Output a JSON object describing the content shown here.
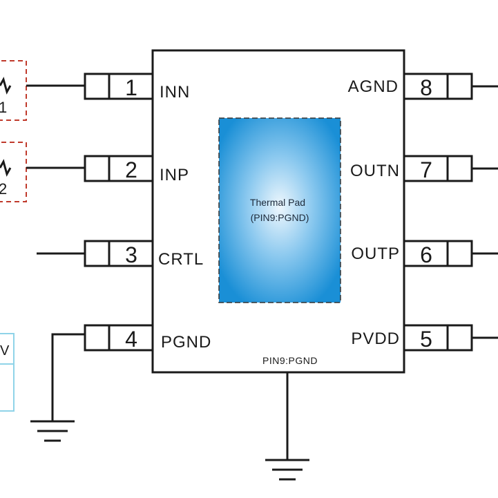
{
  "chip": {
    "pins_left": [
      {
        "number": "1",
        "name": "INN"
      },
      {
        "number": "2",
        "name": "INP"
      },
      {
        "number": "3",
        "name": "CRTL"
      },
      {
        "number": "4",
        "name": "PGND"
      }
    ],
    "pins_right": [
      {
        "number": "8",
        "name": "AGND"
      },
      {
        "number": "7",
        "name": "OUTN"
      },
      {
        "number": "6",
        "name": "OUTP"
      },
      {
        "number": "5",
        "name": "PVDD"
      }
    ],
    "thermal_pad_line1": "Thermal Pad",
    "thermal_pad_line2": "(PIN9:PGND)",
    "bottom_label": "PIN9:PGND"
  },
  "fragments": {
    "res1_label": "1",
    "res2_label": "2",
    "table_text": "V"
  },
  "colors": {
    "line": "#1a1a1a",
    "pad_center": "#e6f3fc",
    "pad_edge": "#1a8fd6",
    "dashed_box": "#c0392b",
    "table_border": "#8fd3e8"
  }
}
